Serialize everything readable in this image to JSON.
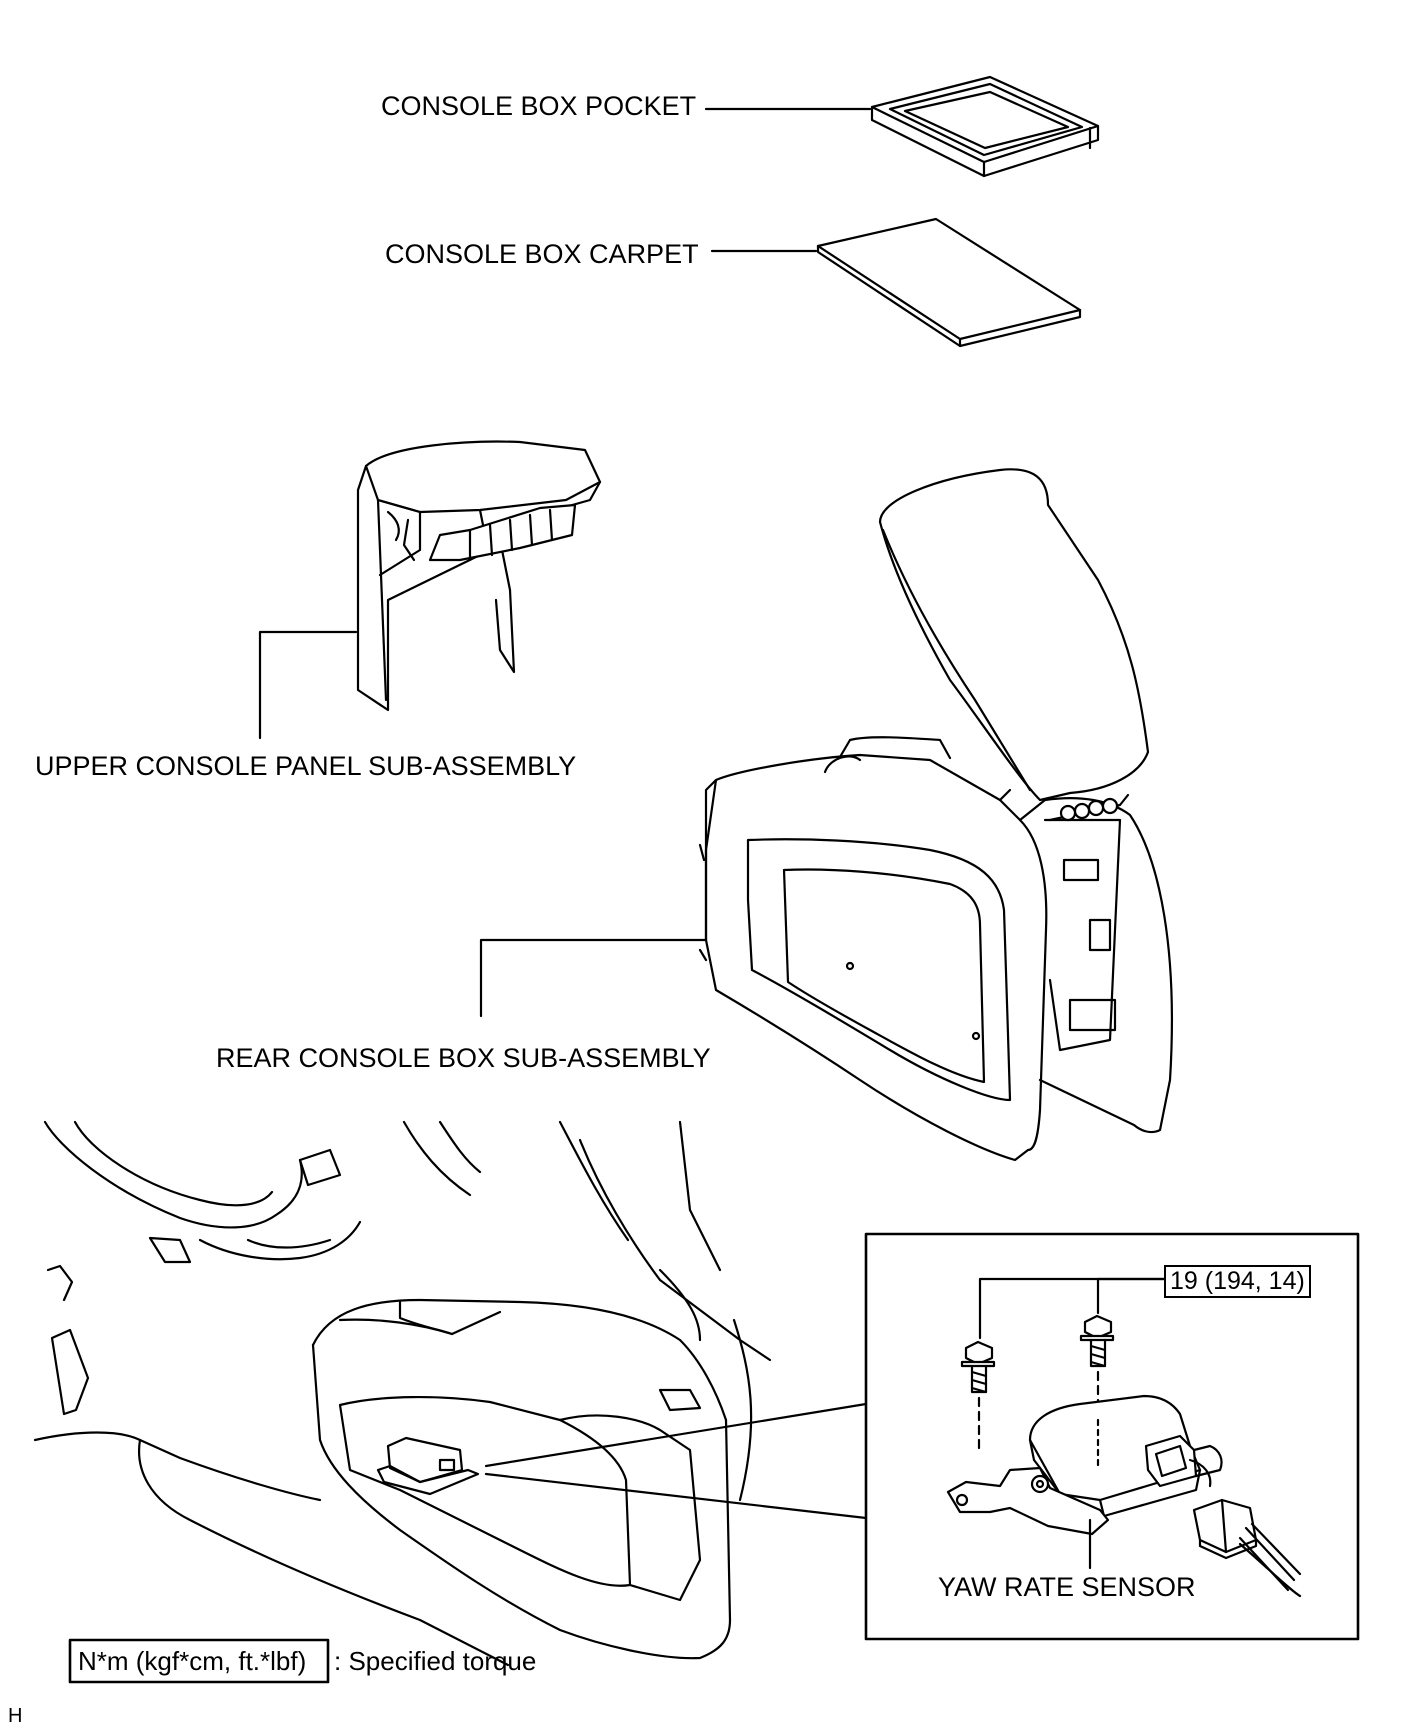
{
  "labels": {
    "console_box_pocket": "CONSOLE BOX POCKET",
    "console_box_carpet": "CONSOLE BOX CARPET",
    "upper_console_panel": "UPPER CONSOLE PANEL SUB-ASSEMBLY",
    "rear_console_box": "REAR CONSOLE BOX SUB-ASSEMBLY",
    "yaw_rate_sensor": "YAW RATE SENSOR"
  },
  "torque": {
    "value": "19 (194, 14)"
  },
  "legend": {
    "units": "N*m (kgf*cm, ft.*lbf)",
    "description": ": Specified torque"
  },
  "corner_mark": "H"
}
